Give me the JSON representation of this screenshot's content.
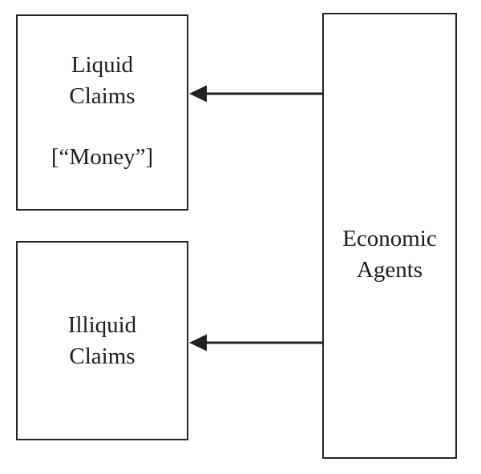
{
  "diagram": {
    "boxes": {
      "liquid_claims": {
        "label": "Liquid\nClaims",
        "note": "[“Money”]"
      },
      "illiquid_claims": {
        "label": "Illiquid\nClaims"
      },
      "economic_agents": {
        "label": "Economic\nAgents"
      }
    },
    "arrows": [
      {
        "name": "agents-to-liquid-claims",
        "from": "Economic Agents",
        "to": "Liquid Claims",
        "direction": "left"
      },
      {
        "name": "agents-to-illiquid-claims",
        "from": "Economic Agents",
        "to": "Illiquid Claims",
        "direction": "left"
      }
    ],
    "colors": {
      "background": "#ffffff",
      "border": "#262626",
      "text": "#1d1d1d",
      "arrow": "#222222"
    }
  }
}
